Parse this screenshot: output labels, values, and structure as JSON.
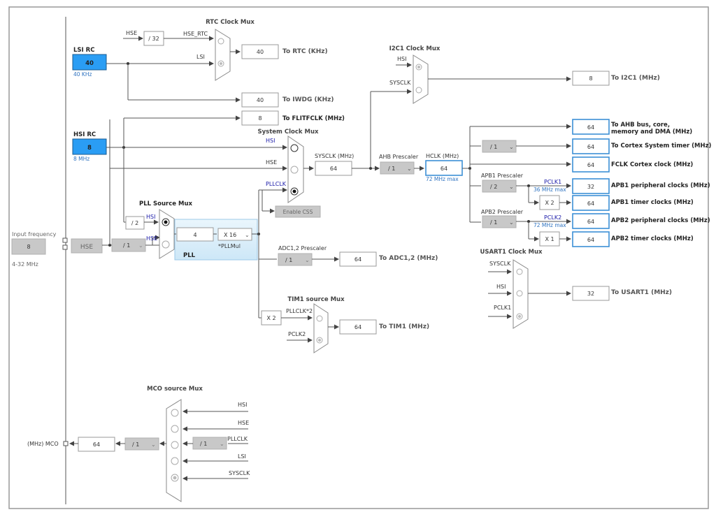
{
  "title": {
    "rtc_mux": "RTC Clock Mux",
    "i2c1_mux": "I2C1 Clock Mux",
    "sysclk_mux": "System Clock Mux",
    "pll_src_mux": "PLL Source Mux",
    "usart1_mux": "USART1 Clock Mux",
    "tim1_mux": "TIM1 source Mux",
    "mco_mux": "MCO source Mux"
  },
  "lsi": {
    "label": "LSI RC",
    "value": "40",
    "sub": "40 KHz"
  },
  "hsi": {
    "label": "HSI RC",
    "value": "8",
    "sub": "8 MHz"
  },
  "hse": {
    "label": "HSE",
    "input_label": "Input frequency",
    "input_value": "8",
    "range": "4-32 MHz",
    "div": "/ 1"
  },
  "rtc": {
    "hse_div": "/ 32",
    "hse_label": "HSE",
    "hse_rtc": "HSE_RTC",
    "lsi_label": "LSI",
    "out_value": "40",
    "out_label": "To RTC (KHz)"
  },
  "iwdg": {
    "value": "40",
    "label": "To IWDG (KHz)"
  },
  "flit": {
    "value": "8",
    "label": "To FLITFCLK (MHz)"
  },
  "i2c1": {
    "hsi": "HSI",
    "sysclk": "SYSCLK",
    "value": "8",
    "label": "To I2C1 (MHz)"
  },
  "sysclk_mux_inputs": {
    "hsi": "HSI",
    "hse": "HSE",
    "pllclk": "PLLCLK",
    "css": "Enable CSS"
  },
  "sysclk": {
    "label": "SYSCLK (MHz)",
    "value": "64"
  },
  "ahb": {
    "label": "AHB Prescaler",
    "value": "/ 1"
  },
  "hclk": {
    "label": "HCLK (MHz)",
    "value": "64",
    "max": "72 MHz max"
  },
  "pll": {
    "label": "PLL",
    "div2": "/ 2",
    "hsi": "HSI",
    "hse": "HSE",
    "input_value": "4",
    "mul": "X 16",
    "mul_label": "*PLLMul"
  },
  "outputs": {
    "ahb": {
      "value": "64",
      "label1": "To AHB bus, core,",
      "label2": "memory and DMA (MHz)"
    },
    "cortex_div": "/ 1",
    "cortex": {
      "value": "64",
      "label": "To Cortex System timer (MHz)"
    },
    "fclk": {
      "value": "64",
      "label": "FCLK Cortex clock (MHz)"
    },
    "apb1_label": "APB1 Prescaler",
    "apb1_div": "/ 2",
    "pclk1": "PCLK1",
    "pclk1_max": "36 MHz max",
    "apb1_periph": {
      "value": "32",
      "label": "APB1 peripheral clocks (MHz)"
    },
    "apb1_x": "X 2",
    "apb1_timer": {
      "value": "64",
      "label": "APB1 timer clocks (MHz)"
    },
    "apb2_label": "APB2 Prescaler",
    "apb2_div": "/ 1",
    "pclk2": "PCLK2",
    "pclk2_max": "72 MHz max",
    "apb2_periph": {
      "value": "64",
      "label": "APB2 peripheral clocks (MHz)"
    },
    "apb2_x": "X 1",
    "apb2_timer": {
      "value": "64",
      "label": "APB2 timer clocks (MHz)"
    }
  },
  "adc": {
    "label": "ADC1,2 Prescaler",
    "div": "/ 1",
    "value": "64",
    "out": "To ADC1,2 (MHz)"
  },
  "tim1": {
    "x2": "X 2",
    "pllclk": "PLLCLK*2",
    "pclk2": "PCLK2",
    "value": "64",
    "out": "To TIM1 (MHz)"
  },
  "usart1": {
    "sysclk": "SYSCLK",
    "hsi": "HSI",
    "pclk1": "PCLK1",
    "value": "32",
    "out": "To USART1 (MHz)"
  },
  "mco": {
    "label": "(MHz) MCO",
    "value": "64",
    "div": "/ 1",
    "pll_div": "/ 1",
    "hsi": "HSI",
    "hse": "HSE",
    "pllclk": "PLLCLK",
    "lsi": "LSI",
    "sysclk": "SYSCLK"
  },
  "colors": {
    "accent": "#3c8fd6",
    "selected_fill": "#2a9df4",
    "pll_bg": "#d4ecfa"
  }
}
